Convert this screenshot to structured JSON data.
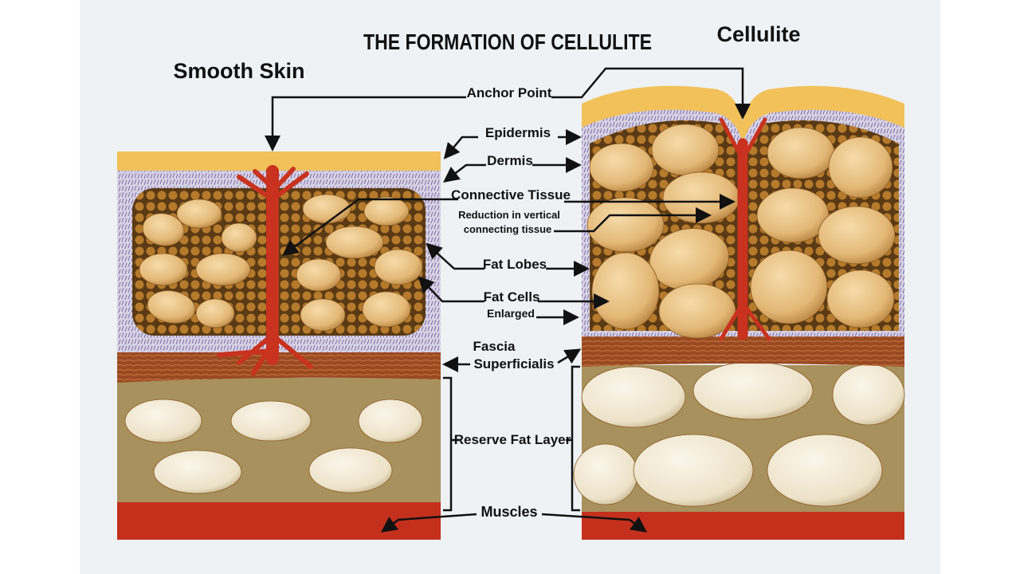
{
  "title": "THE FORMATION OF CELLULITE",
  "left_heading": "Smooth Skin",
  "right_heading": "Cellulite",
  "labels": {
    "anchor_point": "Anchor Point",
    "epidermis": "Epidermis",
    "dermis": "Dermis",
    "connective_tissue": "Connective Tissue",
    "reduction_line1": "Reduction in vertical",
    "reduction_line2": "connecting tissue",
    "fat_lobes": "Fat Lobes",
    "fat_cells": "Fat Cells",
    "enlarged": "Enlarged",
    "fascia": "Fascia",
    "superficialis": "Superficialis",
    "reserve_fat_layer": "Reserve Fat Layer",
    "muscles": "Muscles"
  },
  "colors": {
    "epidermis": "#f2c15a",
    "dermis": "#c9c3d8",
    "fat_lobe_bg": "#6b4a1e",
    "fat_cell": "#e9c48a",
    "fascia": "#9a4a22",
    "reserve_bg": "#a8915c",
    "reserve_fat": "#f0e8d2",
    "muscle": "#c4301c",
    "connective": "#c8321e"
  }
}
